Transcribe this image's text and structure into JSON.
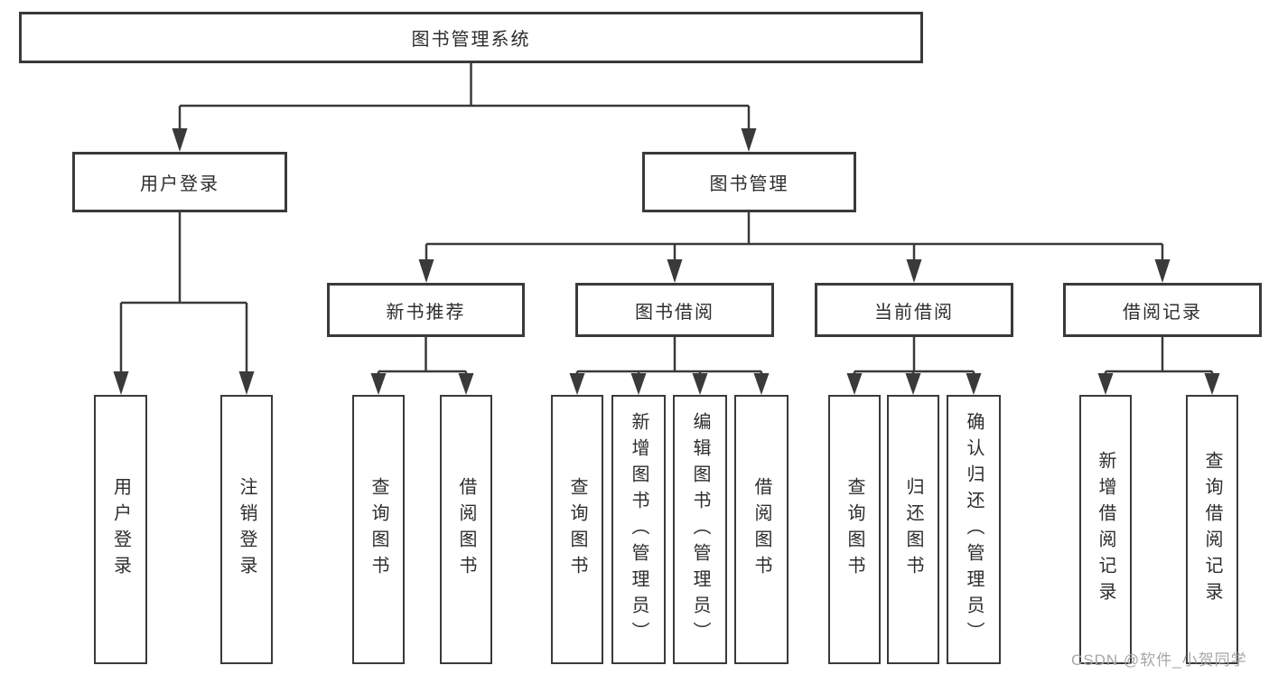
{
  "diagram": {
    "title": "图书管理系统",
    "root": {
      "label": "图书管理系统"
    },
    "level2": [
      {
        "label": "用户登录"
      },
      {
        "label": "图书管理"
      }
    ],
    "level3": [
      {
        "label": "新书推荐",
        "parent": "图书管理"
      },
      {
        "label": "图书借阅",
        "parent": "图书管理"
      },
      {
        "label": "当前借阅",
        "parent": "图书管理"
      },
      {
        "label": "借阅记录",
        "parent": "图书管理"
      }
    ],
    "leaves": [
      {
        "label": "用户登录",
        "parent": "用户登录"
      },
      {
        "label": "注销登录",
        "parent": "用户登录"
      },
      {
        "label": "查询图书",
        "parent": "新书推荐"
      },
      {
        "label": "借阅图书",
        "parent": "新书推荐"
      },
      {
        "label": "查询图书",
        "parent": "图书借阅"
      },
      {
        "label": "新增图书（管理员）",
        "parent": "图书借阅"
      },
      {
        "label": "编辑图书（管理员）",
        "parent": "图书借阅"
      },
      {
        "label": "借阅图书",
        "parent": "图书借阅"
      },
      {
        "label": "查询图书",
        "parent": "当前借阅"
      },
      {
        "label": "归还图书",
        "parent": "当前借阅"
      },
      {
        "label": "确认归还（管理员）",
        "parent": "当前借阅"
      },
      {
        "label": "新增借阅记录",
        "parent": "借阅记录"
      },
      {
        "label": "查询借阅记录",
        "parent": "借阅记录"
      }
    ]
  },
  "watermark": {
    "text": "CSDN @软件_小贺同学"
  },
  "colors": {
    "line": "#3a3a3a",
    "border": "#3a3a3a",
    "text": "#2d2d2d",
    "watermark": "#a6a6a6",
    "background": "#ffffff"
  }
}
